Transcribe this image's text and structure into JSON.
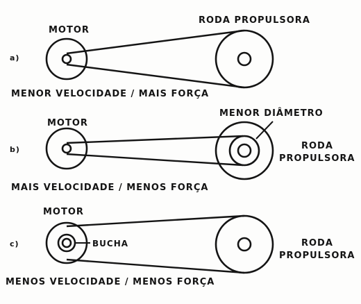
{
  "panels": [
    {
      "tag": "a)",
      "motor_label": "MOTOR",
      "wheel_label": "RODA PROPULSORA",
      "caption": "MENOR VELOCIDADE / MAIS FORÇA"
    },
    {
      "tag": "b)",
      "motor_label": "MOTOR",
      "wheel_label_line1": "RODA",
      "wheel_label_line2": "PROPULSORA",
      "callout": "MENOR DIÂMETRO",
      "caption": "MAIS VELOCIDADE / MENOS FORÇA"
    },
    {
      "tag": "c)",
      "motor_label": "MOTOR",
      "callout": "BUCHA",
      "wheel_label_line1": "RODA",
      "wheel_label_line2": "PROPULSORA",
      "caption": "MENOS VELOCIDADE / MENOS FORÇA"
    }
  ],
  "colors": {
    "ink": "#141414",
    "paper": "#fdfdfc"
  }
}
